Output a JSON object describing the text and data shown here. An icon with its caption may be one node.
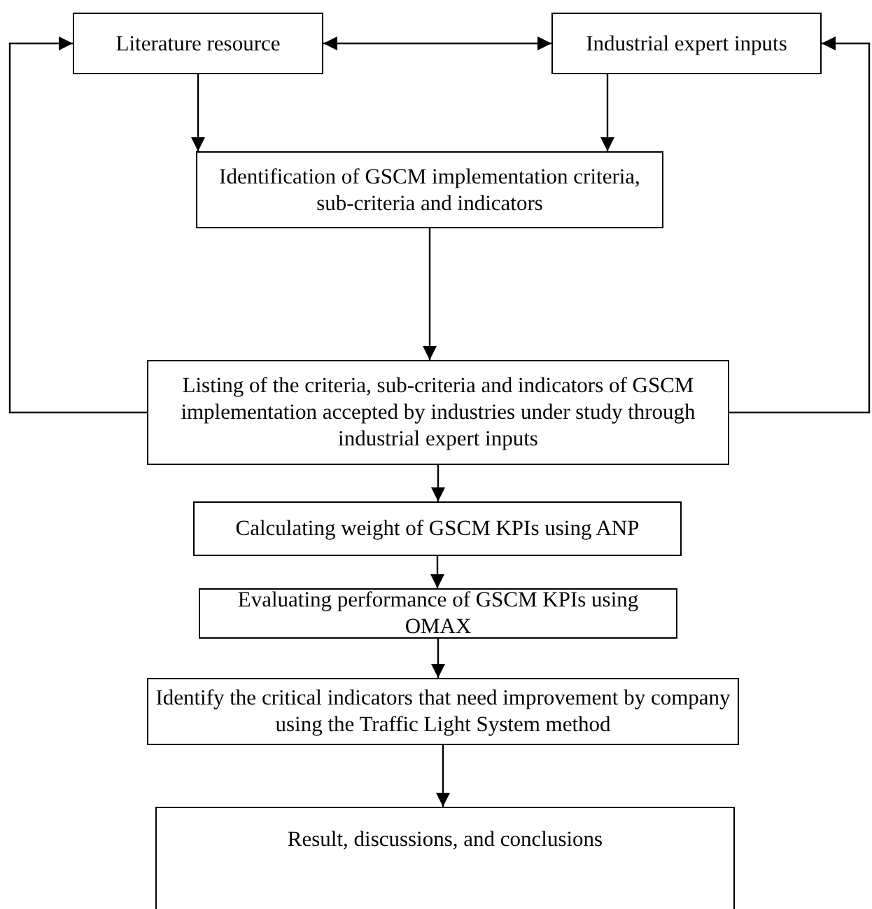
{
  "diagram": {
    "nodes": [
      {
        "text": [
          "Literature resource"
        ]
      },
      {
        "text": [
          "Industrial expert inputs"
        ]
      },
      {
        "text": [
          "Identification of GSCM implementation criteria, sub-criteria and indicators"
        ]
      },
      {
        "text": [
          "Listing of the criteria, sub-criteria and indicators of GSCM implementation accepted by industries under study through industrial expert inputs"
        ]
      },
      {
        "text": [
          "Calculating weight of GSCM KPIs using ANP"
        ]
      },
      {
        "text": [
          "Evaluating performance of GSCM KPIs using OMAX"
        ]
      },
      {
        "text": [
          "Identify the critical indicators that need improvement by company using the Traffic Light System method"
        ]
      },
      {
        "text": [
          "Result, discussions, and conclusions"
        ]
      }
    ],
    "edges": [
      {
        "from": 0,
        "to": 1,
        "arrow": "both"
      },
      {
        "from": 0,
        "to": 2,
        "arrow": "to"
      },
      {
        "from": 1,
        "to": 2,
        "arrow": "to"
      },
      {
        "from": 2,
        "to": 3,
        "arrow": "to"
      },
      {
        "from": 3,
        "to": 0,
        "arrow": "to"
      },
      {
        "from": 3,
        "to": 1,
        "arrow": "to"
      },
      {
        "from": 3,
        "to": 4,
        "arrow": "to"
      },
      {
        "from": 4,
        "to": 5,
        "arrow": "to"
      },
      {
        "from": 5,
        "to": 6,
        "arrow": "to"
      },
      {
        "from": 6,
        "to": 7,
        "arrow": "to"
      }
    ]
  }
}
